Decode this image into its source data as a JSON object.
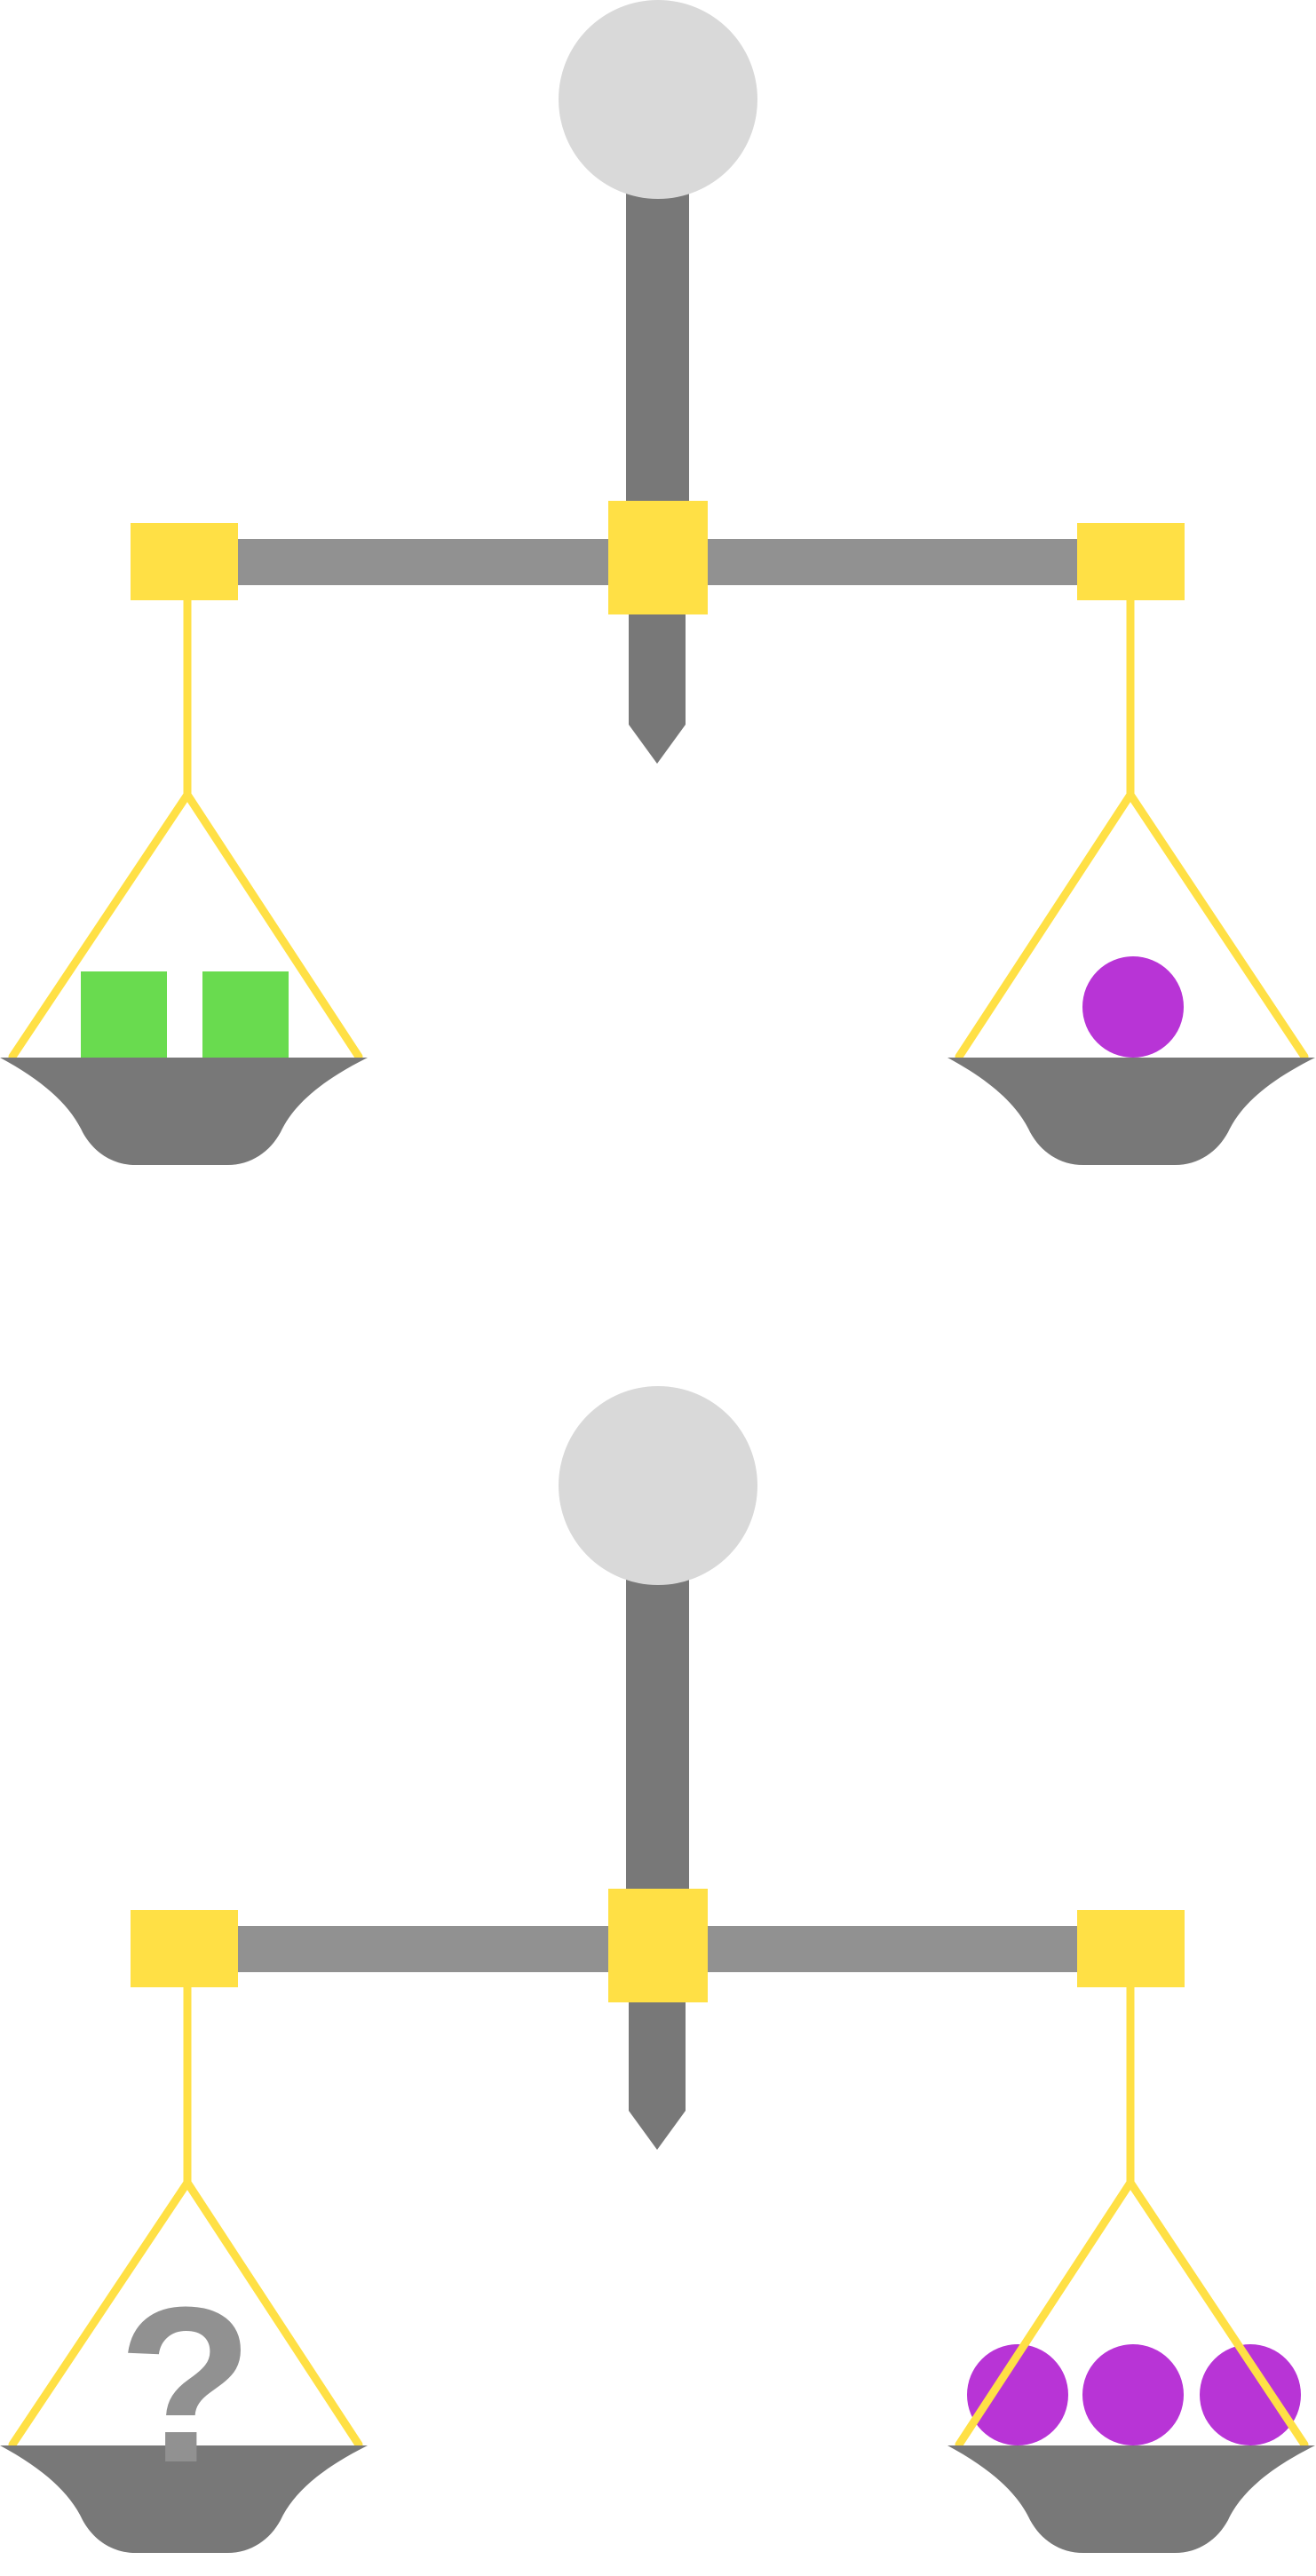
{
  "puzzle": {
    "type": "balance-scale-puzzle",
    "colors": {
      "knob": "#d9d9d9",
      "pole": "#787878",
      "beam": "#919191",
      "caps": "#ffe045",
      "strings": "#ffe045",
      "pan": "#787878",
      "green_block": "#69db4f",
      "purple_ball": "#b834d6",
      "question_mark": "#919191"
    },
    "scales": [
      {
        "id": "scale-1",
        "balanced": true,
        "left_pan": {
          "items": [
            {
              "shape": "square",
              "color": "green",
              "count": 2
            }
          ]
        },
        "right_pan": {
          "items": [
            {
              "shape": "circle",
              "color": "purple",
              "count": 1
            }
          ]
        }
      },
      {
        "id": "scale-2",
        "balanced": true,
        "left_pan": {
          "items": [],
          "unknown": true,
          "label": "?"
        },
        "right_pan": {
          "items": [
            {
              "shape": "circle",
              "color": "purple",
              "count": 3
            }
          ]
        }
      }
    ]
  }
}
